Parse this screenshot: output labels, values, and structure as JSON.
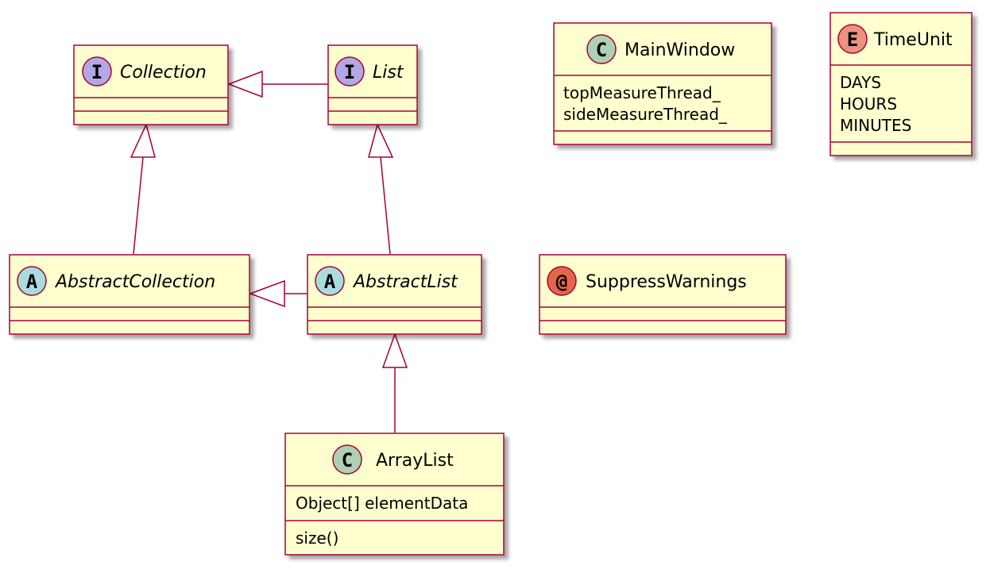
{
  "diagram": {
    "classes": {
      "collection": {
        "kind_letter": "I",
        "name": "Collection",
        "color": "#B4A7E5"
      },
      "list": {
        "kind_letter": "I",
        "name": "List",
        "color": "#B4A7E5"
      },
      "abstract_collection": {
        "kind_letter": "A",
        "name": "AbstractCollection",
        "color": "#A9DCDF"
      },
      "abstract_list": {
        "kind_letter": "A",
        "name": "AbstractList",
        "color": "#A9DCDF"
      },
      "array_list": {
        "kind_letter": "C",
        "name": "ArrayList",
        "color": "#ADD1B2",
        "fields": [
          "Object[] elementData"
        ],
        "methods": [
          "size()"
        ]
      },
      "main_window": {
        "kind_letter": "C",
        "name": "MainWindow",
        "color": "#ADD1B2",
        "fields": [
          "topMeasureThread_",
          "sideMeasureThread_"
        ]
      },
      "time_unit": {
        "kind_letter": "E",
        "name": "TimeUnit",
        "color": "#EB937F",
        "values": [
          "DAYS",
          "HOURS",
          "MINUTES"
        ]
      },
      "suppress_warnings": {
        "kind_letter": "@",
        "name": "SuppressWarnings",
        "color": "#E3664A"
      }
    },
    "relations": [
      {
        "from": "List",
        "to": "Collection",
        "type": "extends"
      },
      {
        "from": "AbstractCollection",
        "to": "Collection",
        "type": "implements"
      },
      {
        "from": "AbstractList",
        "to": "List",
        "type": "implements"
      },
      {
        "from": "AbstractList",
        "to": "AbstractCollection",
        "type": "extends"
      },
      {
        "from": "ArrayList",
        "to": "AbstractList",
        "type": "extends"
      }
    ],
    "stroke_color": "#A80036",
    "box_fill": "#FEFECE"
  }
}
